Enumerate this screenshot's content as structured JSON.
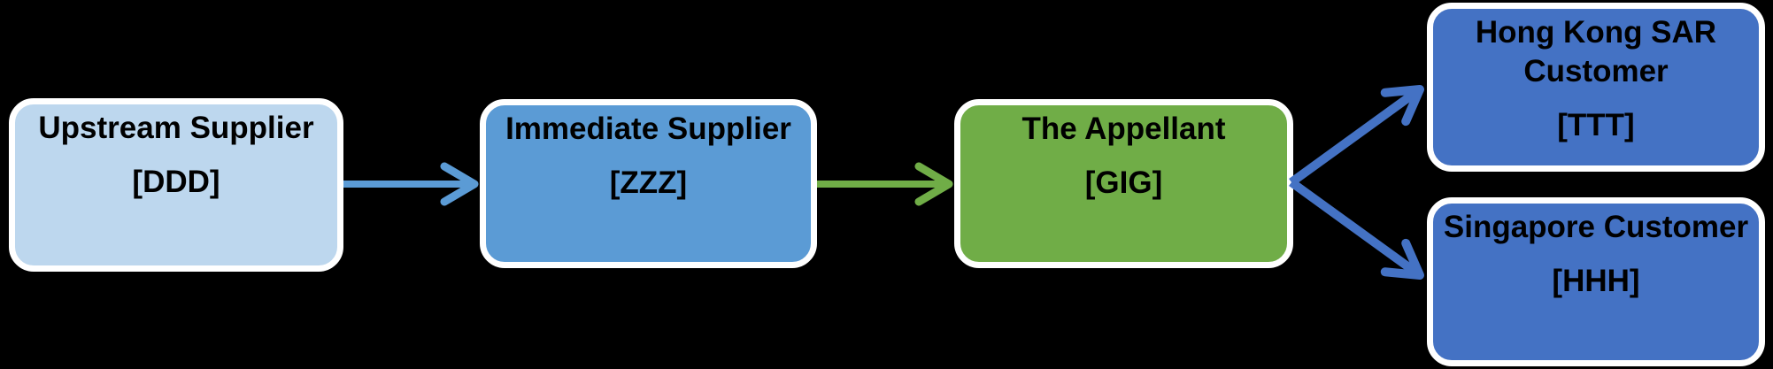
{
  "diagram": {
    "background_color": "#000000",
    "node_border_color": "#ffffff",
    "text_color": "#000000",
    "nodes": [
      {
        "id": "upstream-supplier",
        "label": "Upstream Supplier",
        "code": "[DDD]",
        "fill": "#BDD7EE"
      },
      {
        "id": "immediate-supplier",
        "label": "Immediate Supplier",
        "code": "[ZZZ]",
        "fill": "#5B9BD5"
      },
      {
        "id": "appellant",
        "label": "The Appellant",
        "code": "[GIG]",
        "fill": "#70AD47"
      },
      {
        "id": "hong-kong-customer",
        "label": "Hong Kong SAR Customer",
        "code": "[TTT]",
        "fill": "#4472C4"
      },
      {
        "id": "singapore-customer",
        "label": "Singapore Customer",
        "code": "[HHH]",
        "fill": "#4472C4"
      }
    ],
    "edges": [
      {
        "from": "upstream-supplier",
        "to": "immediate-supplier",
        "color": "#5B9BD5"
      },
      {
        "from": "immediate-supplier",
        "to": "appellant",
        "color": "#70AD47"
      },
      {
        "from": "appellant",
        "to": "hong-kong-customer",
        "color": "#4472C4"
      },
      {
        "from": "appellant",
        "to": "singapore-customer",
        "color": "#4472C4"
      }
    ]
  }
}
